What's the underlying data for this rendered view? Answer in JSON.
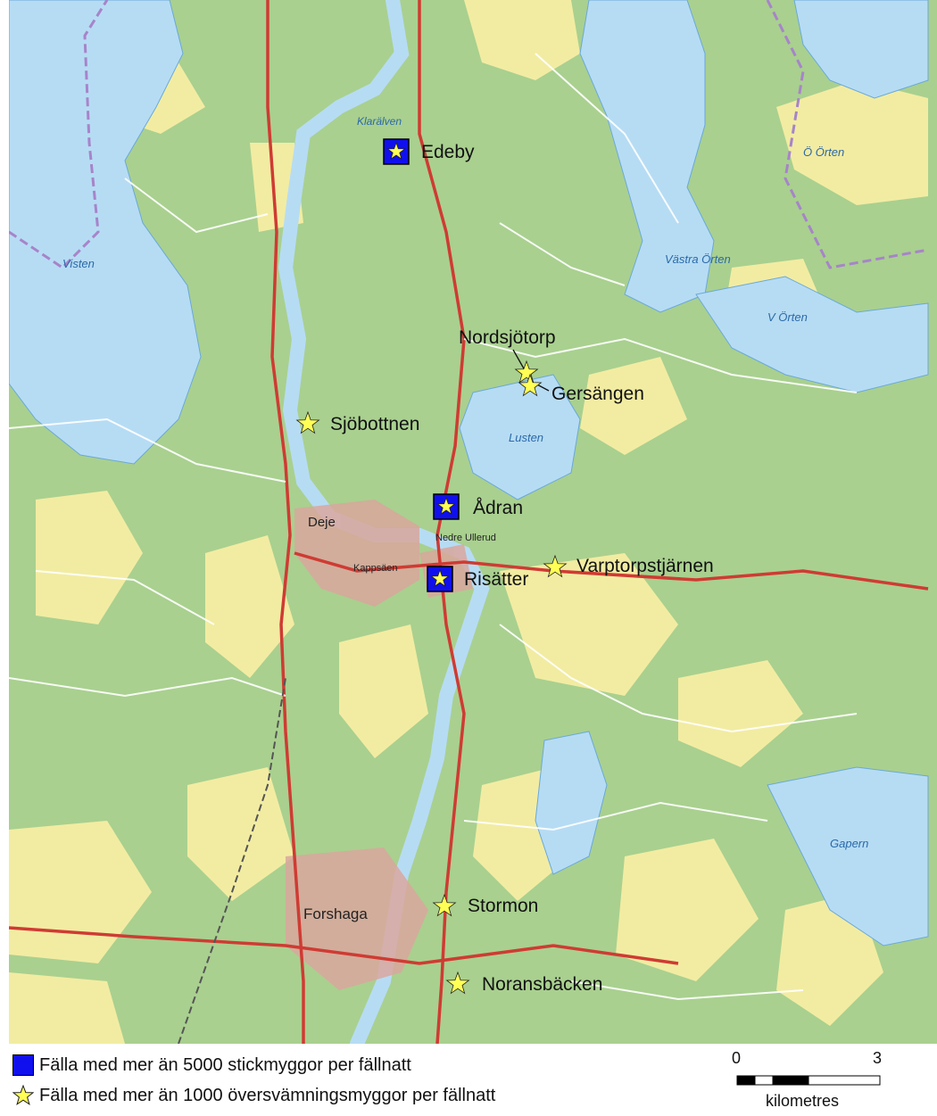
{
  "map": {
    "colors": {
      "forest": "#a9d08f",
      "open_land": "#f2eca2",
      "water": "#b6dcf4",
      "urban": "#d9a79d",
      "major_road": "#cf3b33",
      "minor_road": "#ffffff",
      "boundary": "#a784c9",
      "trap_large": "#1010ee",
      "trap_flood": "#ffff55"
    },
    "markers": [
      {
        "name": "Edeby",
        "symbol": "square-star"
      },
      {
        "name": "Nordsjötorp",
        "symbol": "star"
      },
      {
        "name": "Gersängen",
        "symbol": "star"
      },
      {
        "name": "Sjöbottnen",
        "symbol": "star"
      },
      {
        "name": "Ådran",
        "symbol": "square-star"
      },
      {
        "name": "Varptorpstjärnen",
        "symbol": "star"
      },
      {
        "name": "Risätter",
        "symbol": "square-star"
      },
      {
        "name": "Stormon",
        "symbol": "star"
      },
      {
        "name": "Noransbäcken",
        "symbol": "star"
      }
    ],
    "basemap_places": [
      "Visten",
      "Västra Örten",
      "Ö Örten",
      "V Örten",
      "Lusten",
      "Gapern",
      "Deje",
      "Forshaga",
      "Klarälven",
      "Nedre Ullerud",
      "Kappsäen"
    ]
  },
  "legend": {
    "large_trap": "Fälla med mer än 5000 stickmyggor per fällnatt",
    "flood_trap": "Fälla med mer än 1000 översvämningsmyggor per fällnatt"
  },
  "scale": {
    "start": "0",
    "end": "3",
    "unit": "kilometres"
  }
}
